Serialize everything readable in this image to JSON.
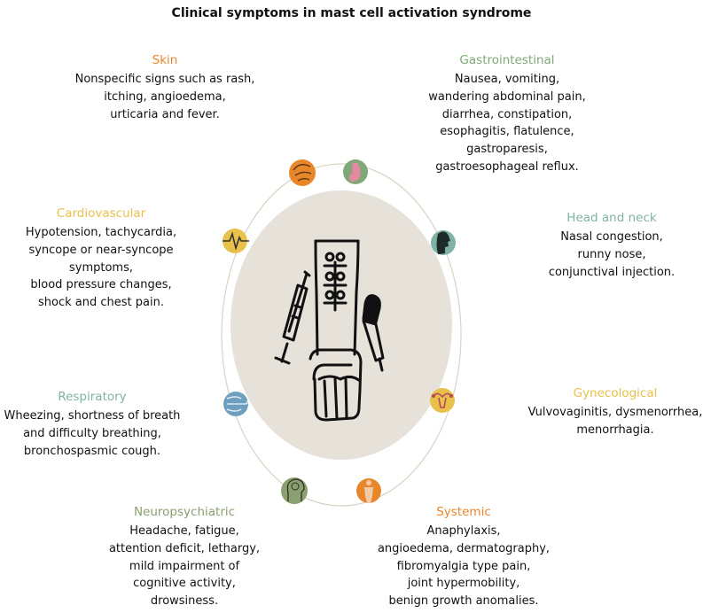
{
  "title": "Clinical symptoms in mast cell activation syndrome",
  "colors": {
    "orange": "#e8862a",
    "green": "#7fa878",
    "teal": "#7fb2a4",
    "yellow": "#e8c04a",
    "blue": "#6f9fbf",
    "olive": "#8aa070",
    "center_disc": "#e6e2d9",
    "ring": "#d8d4c4"
  },
  "categories": [
    {
      "key": "skin",
      "heading": "Skin",
      "color": "#e8862a",
      "icon": "skin-icon",
      "lines": [
        "Nonspecific signs such as rash,",
        "itching, angioedema,",
        "urticaria and fever."
      ]
    },
    {
      "key": "gastrointestinal",
      "heading": "Gastrointestinal",
      "color": "#7fa878",
      "icon": "stomach-icon",
      "lines": [
        "Nausea, vomiting,",
        "wandering abdominal pain,",
        "diarrhea, constipation,",
        "esophagitis, flatulence,",
        "gastroparesis,",
        "gastroesophageal reflux."
      ]
    },
    {
      "key": "cardiovascular",
      "heading": "Cardiovascular",
      "color": "#e8c04a",
      "icon": "heartbeat-icon",
      "lines": [
        "Hypotension, tachycardia,",
        "syncope or near-syncope",
        "symptoms,",
        "blood pressure changes,",
        "shock and chest pain."
      ]
    },
    {
      "key": "head_and_neck",
      "heading": "Head and neck",
      "color": "#7fb2a4",
      "icon": "head-profile-icon",
      "lines": [
        "Nasal congestion,",
        "runny nose,",
        "conjunctival injection."
      ]
    },
    {
      "key": "respiratory",
      "heading": "Respiratory",
      "color": "#7fb2a4",
      "icon": "wind-icon",
      "lines": [
        "Wheezing, shortness of breath",
        "and difficulty breathing,",
        "bronchospasmic cough."
      ]
    },
    {
      "key": "gynecological",
      "heading": "Gynecological",
      "color": "#e8c04a",
      "icon": "uterus-icon",
      "lines": [
        "Vulvovaginitis, dysmenorrhea,",
        "menorrhagia."
      ]
    },
    {
      "key": "neuropsychiatric",
      "heading": "Neuropsychiatric",
      "color": "#8aa070",
      "icon": "brain-head-icon",
      "lines": [
        "Headache, fatigue,",
        "attention deficit, lethargy,",
        "mild impairment of",
        "cognitive activity,",
        "drowsiness."
      ]
    },
    {
      "key": "systemic",
      "heading": "Systemic",
      "color": "#e8862a",
      "icon": "body-icon",
      "lines": [
        "Anaphylaxis,",
        "angioedema, dermatography,",
        "fibromyalgia type pain,",
        "joint hypermobility,",
        "benign growth anomalies."
      ]
    }
  ]
}
